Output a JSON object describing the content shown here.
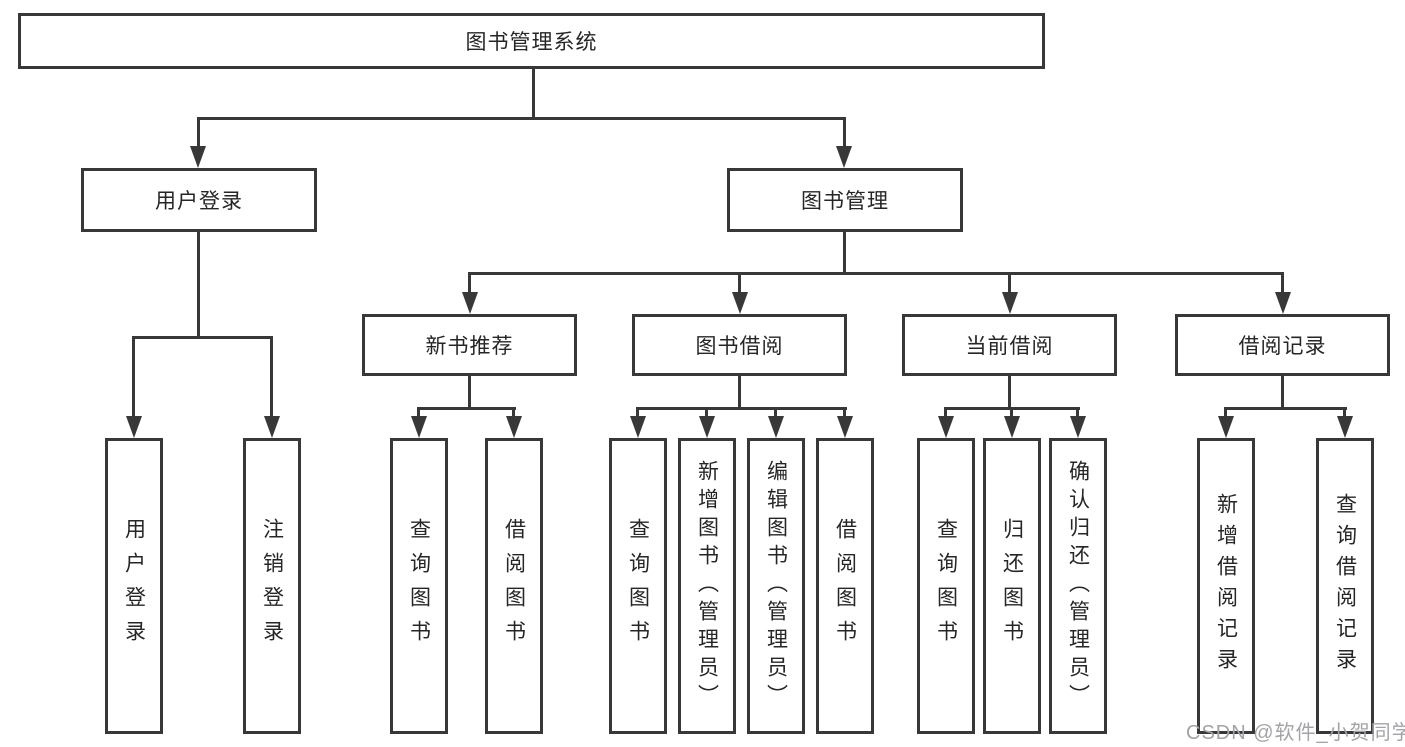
{
  "root": {
    "label": "图书管理系统"
  },
  "level2": {
    "user_login": {
      "label": "用户登录"
    },
    "book_mgmt": {
      "label": "图书管理"
    }
  },
  "level3": {
    "new_book_rec": {
      "label": "新书推荐"
    },
    "book_borrow": {
      "label": "图书借阅"
    },
    "current_borrow": {
      "label": "当前借阅"
    },
    "borrow_record": {
      "label": "借阅记录"
    }
  },
  "leaves": {
    "user_login_login": {
      "label": "用户登录"
    },
    "user_login_logout": {
      "label": "注销登录"
    },
    "nbr_query": {
      "label": "查询图书"
    },
    "nbr_borrow": {
      "label": "借阅图书"
    },
    "bb_query": {
      "label": "查询图书"
    },
    "bb_add": {
      "label": "新增图书（管理员）"
    },
    "bb_edit": {
      "label": "编辑图书（管理员）"
    },
    "bb_borrow": {
      "label": "借阅图书"
    },
    "cb_query": {
      "label": "查询图书"
    },
    "cb_return": {
      "label": "归还图书"
    },
    "cb_confirm": {
      "label": "确认归还（管理员）"
    },
    "br_add": {
      "label": "新增借阅记录"
    },
    "br_query": {
      "label": "查询借阅记录"
    }
  },
  "watermark": "CSDN @软件_小贺同学",
  "colors": {
    "line": "#383838",
    "text": "#262626",
    "watermark": "#a3a3a8",
    "background": "#ffffff"
  }
}
